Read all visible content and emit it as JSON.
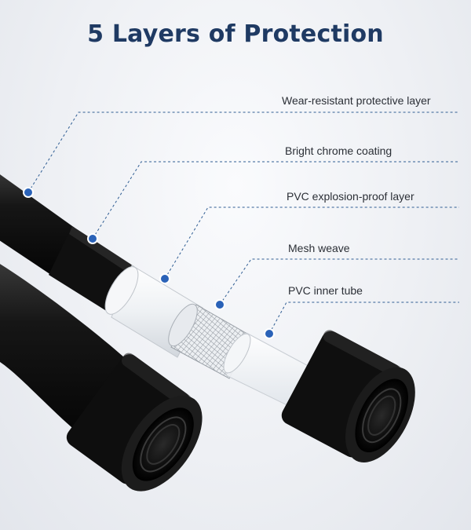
{
  "title": "5 Layers of Protection",
  "layers": [
    "Wear-resistant protective layer",
    "Bright chrome coating",
    "PVC explosion-proof layer",
    "Mesh weave",
    "PVC inner tube"
  ],
  "colors": {
    "title": "#1f3a63",
    "leader_line": "#2f5d93",
    "marker_dot": "#2a62b8",
    "hose_black": "#141414"
  }
}
